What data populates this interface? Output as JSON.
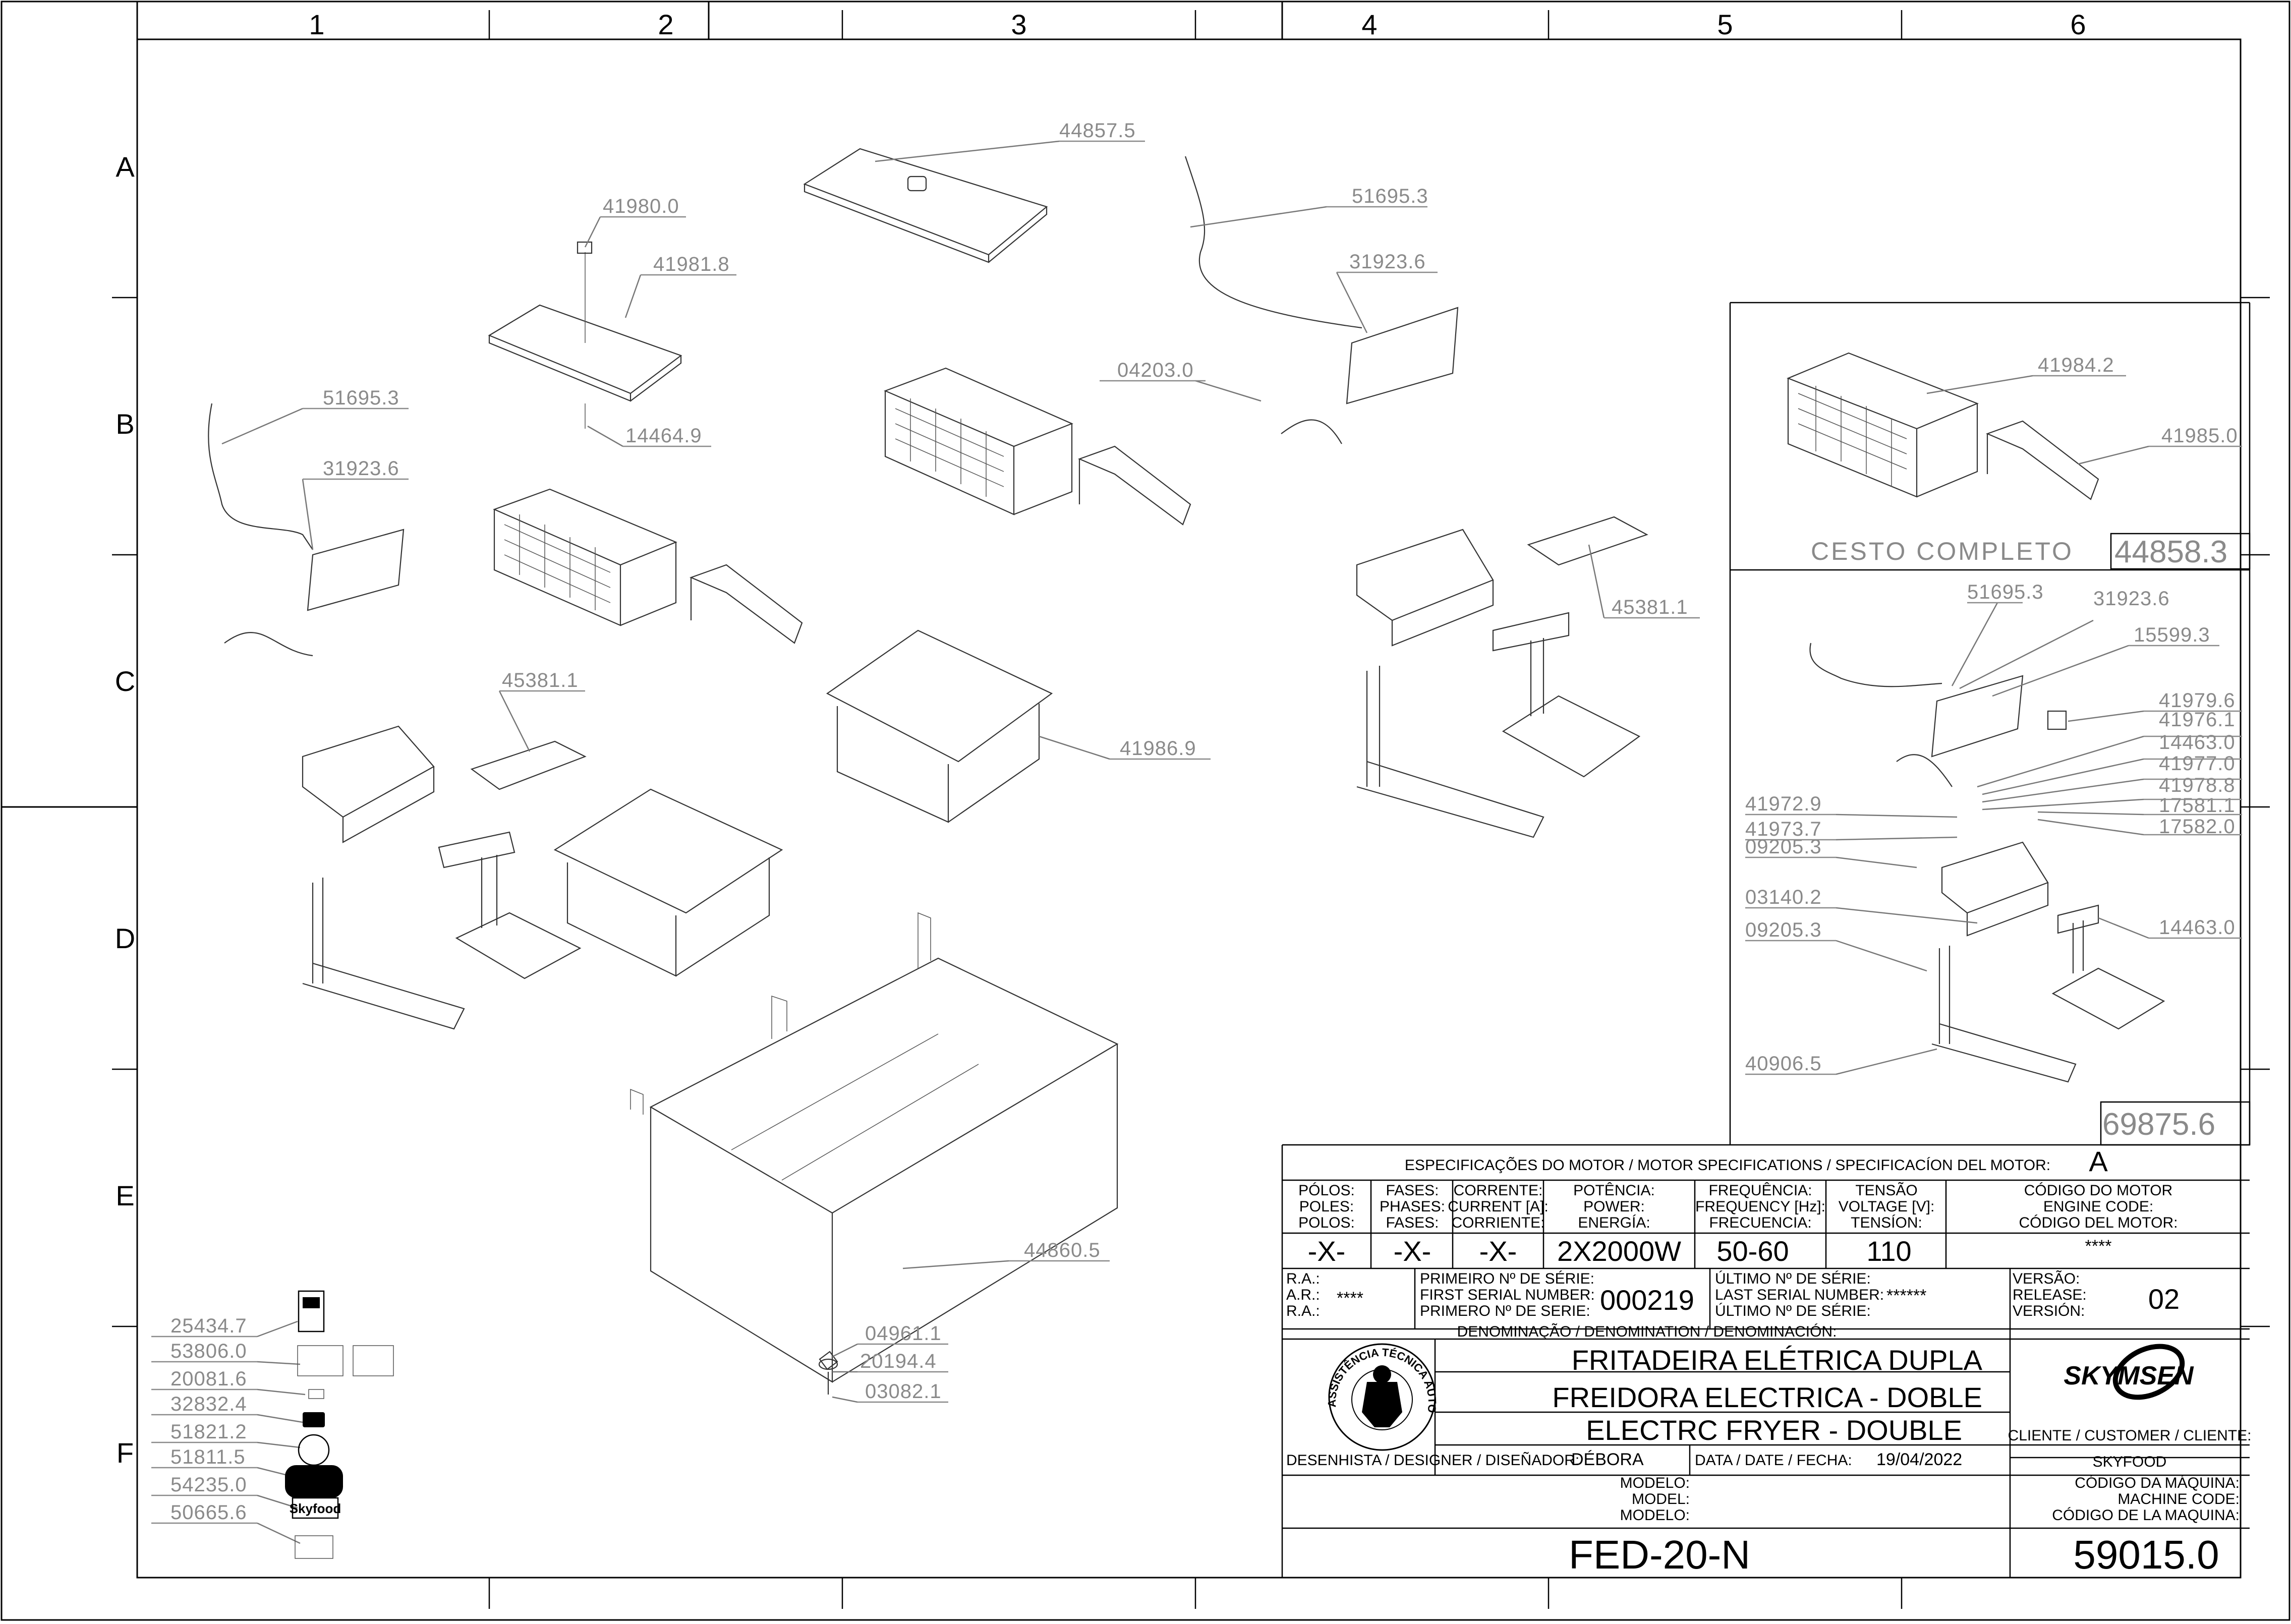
{
  "zones": {
    "columns": [
      "1",
      "2",
      "3",
      "4",
      "5",
      "6"
    ],
    "rows": [
      "A",
      "B",
      "C",
      "D",
      "E",
      "F"
    ]
  },
  "parts": {
    "p_44857_5": "44857.5",
    "p_41980_0": "41980.0",
    "p_41981_8": "41981.8",
    "p_14464_9": "14464.9",
    "p_51695_3_l": "51695.3",
    "p_31923_6_l": "31923.6",
    "p_45381_1_l": "45381.1",
    "p_41986_9": "41986.9",
    "p_51695_3_r": "51695.3",
    "p_31923_6_r": "31923.6",
    "p_04203_0": "04203.0",
    "p_45381_1_r": "45381.1",
    "p_44860_5": "44860.5",
    "p_04961_1": "04961.1",
    "p_20194_4": "20194.4",
    "p_03082_1": "03082.1",
    "p_25434_7": "25434.7",
    "p_53806_0": "53806.0",
    "p_20081_6": "20081.6",
    "p_32832_4": "32832.4",
    "p_51821_2": "51821.2",
    "p_51811_5": "51811.5",
    "p_54235_0": "54235.0",
    "p_50665_6": "50665.6",
    "sticker_brand": "Skyfood"
  },
  "basket_panel": {
    "p_41984_2": "41984.2",
    "p_41985_0": "41985.0",
    "label": "CESTO COMPLETO",
    "code": "44858.3"
  },
  "detail_panel": {
    "p_51695_3": "51695.3",
    "p_31923_6": "31923.6",
    "p_15599_3": "15599.3",
    "p_41979_6": "41979.6",
    "p_41976_1": "41976.1",
    "p_14463_0_a": "14463.0",
    "p_41977_0": "41977.0",
    "p_41978_8": "41978.8",
    "p_17581_1": "17581.1",
    "p_17582_0": "17582.0",
    "p_41972_9": "41972.9",
    "p_41973_7": "41973.7",
    "p_09205_3_a": "09205.3",
    "p_03140_2": "03140.2",
    "p_09205_3_b": "09205.3",
    "p_14463_0_b": "14463.0",
    "p_40906_5": "40906.5",
    "code": "69875.6"
  },
  "title_block": {
    "motor_spec_header": "ESPECIFICAÇÕES DO MOTOR / MOTOR SPECIFICATIONS / SPECIFICACÍON DEL MOTOR:",
    "motor_spec_value": "A",
    "poles_label": [
      "PÓLOS:",
      "POLES:",
      "POLOS:"
    ],
    "phases_label": [
      "FASES:",
      "PHASES:",
      "FASES:"
    ],
    "current_label": [
      "CORRENTE:",
      "CURRENT [A]:",
      "CORRIENTE:"
    ],
    "power_label": [
      "POTÊNCIA:",
      "POWER:",
      "ENERGÍA:"
    ],
    "frequency_label": [
      "FREQUÊNCIA:",
      "FREQUENCY [Hz]:",
      "FRECUENCIA:"
    ],
    "voltage_label": [
      "TENSÃO",
      "VOLTAGE [V]:",
      "TENSÍON:"
    ],
    "engine_code_label": [
      "CÓDIGO DO MOTOR",
      "ENGINE CODE:",
      "CÓDIGO DEL MOTOR:"
    ],
    "poles": "-X-",
    "phases": "-X-",
    "current": "-X-",
    "power": "2X2000W",
    "frequency": "50-60",
    "voltage": "110",
    "engine_code": "****",
    "ra_label": [
      "R.A.:",
      "A.R.:",
      "R.A.:"
    ],
    "ra": "****",
    "first_serial_label": [
      "PRIMEIRO Nº DE SÉRIE:",
      "FIRST SERIAL NUMBER:",
      "PRIMERO Nº DE SERIE:"
    ],
    "first_serial": "000219",
    "last_serial_label": [
      "ÚLTIMO Nº DE SÉRIE:",
      "LAST SERIAL NUMBER:",
      "ÚLTIMO Nº DE SÉRIE:"
    ],
    "last_serial": "******",
    "version_label": [
      "VERSÃO:",
      "RELEASE:",
      "VERSIÓN:"
    ],
    "version": "02",
    "denomination_label": "DENOMINAÇÃO / DENOMINATION / DENOMINACIÓN:",
    "name_pt": "FRITADEIRA ELÉTRICA DUPLA",
    "name_es": "FREIDORA ELECTRICA - DOBLE",
    "name_en": "ELECTRC FRYER - DOUBLE",
    "brand": "SKYMSEN",
    "seal_text": "ASSISTÊNCIA TÉCNICA AUTORIZADA",
    "designer_label": "DESENHISTA / DESIGNER / DISEÑADOR:",
    "designer": "DÉBORA",
    "date_label": "DATA / DATE / FECHA:",
    "date": "19/04/2022",
    "client_label": "CLIENTE / CUSTOMER / CLIENTE:",
    "client": "SKYFOOD",
    "model_label": [
      "MODELO:",
      "MODEL:",
      "MODELO:"
    ],
    "model": "FED-20-N",
    "machine_code_label": [
      "CÓDIGO DA MÁQUINA:",
      "MACHINE CODE:",
      "CÓDIGO DE LA MAQUINA:"
    ],
    "machine_code": "59015.0"
  }
}
